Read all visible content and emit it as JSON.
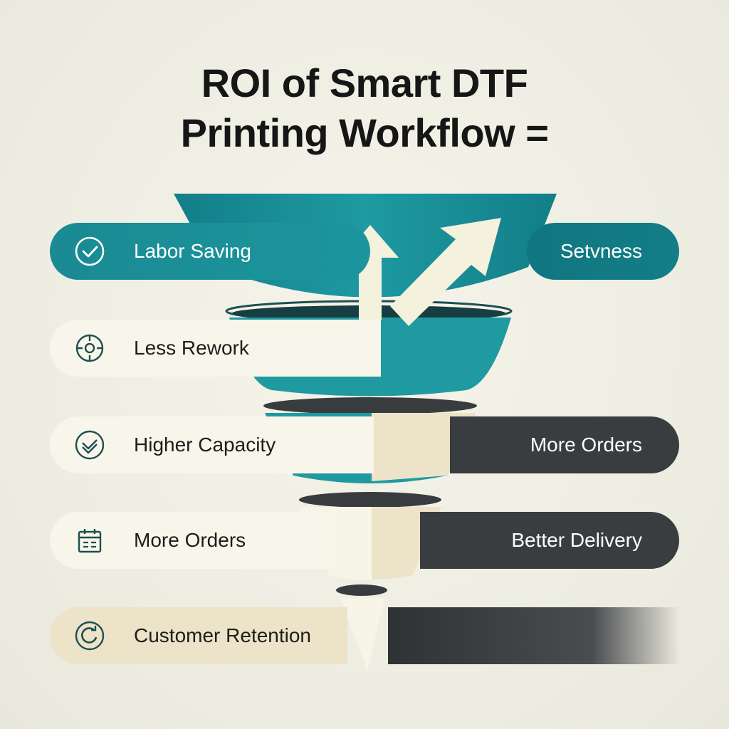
{
  "title": {
    "line1": "ROI of Smart DTF",
    "line2": "Printing Workflow ="
  },
  "colors": {
    "teal": "#1a8a93",
    "teal_dark": "#10767f",
    "cream": "#f8f6ea",
    "beige": "#ece3c8",
    "charcoal": "#3a3d3f",
    "ink": "#1e4e52"
  },
  "left_items": [
    {
      "label": "Labor Saving",
      "icon": "check-circle-icon"
    },
    {
      "label": "Less Rework",
      "icon": "target-crosshair-icon"
    },
    {
      "label": "Higher Capacity",
      "icon": "double-check-circle-icon"
    },
    {
      "label": "More Orders",
      "icon": "calendar-icon"
    },
    {
      "label": "Customer Retention",
      "icon": "refresh-circle-icon"
    }
  ],
  "right_items": [
    {
      "label": "Setvness"
    },
    {
      "label": "More Orders"
    },
    {
      "label": "Better Delivery"
    }
  ]
}
